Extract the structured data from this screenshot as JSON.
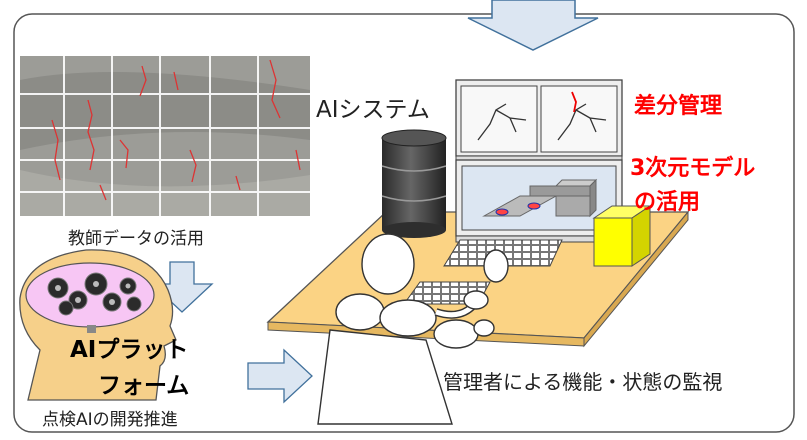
{
  "labels": {
    "ai_system": "AIシステム",
    "difference_management": "差分管理",
    "model_use_line1": "3次元モデル",
    "model_use_line2": "の活用",
    "teacher_data": "教師データの活用",
    "platform_line1": "AIプラット",
    "platform_line2": "フォーム",
    "inspection_ai_dev": "点検AIの開発推進",
    "monitoring": "管理者による機能・状態の監視"
  },
  "colors": {
    "highlight_text": "#ff0000",
    "desk": "#fbd384",
    "arrow_fill": "#dce6f2",
    "arrow_stroke": "#41719c",
    "brain": "#f7c6f4",
    "yellow_box": "#ffff00"
  },
  "icons": [
    "down-arrow-icon",
    "right-arrow-icon",
    "server-barrel-icon",
    "monitor-icon",
    "keyboard-icon",
    "robot-figure-icon",
    "gears-brain-icon"
  ]
}
